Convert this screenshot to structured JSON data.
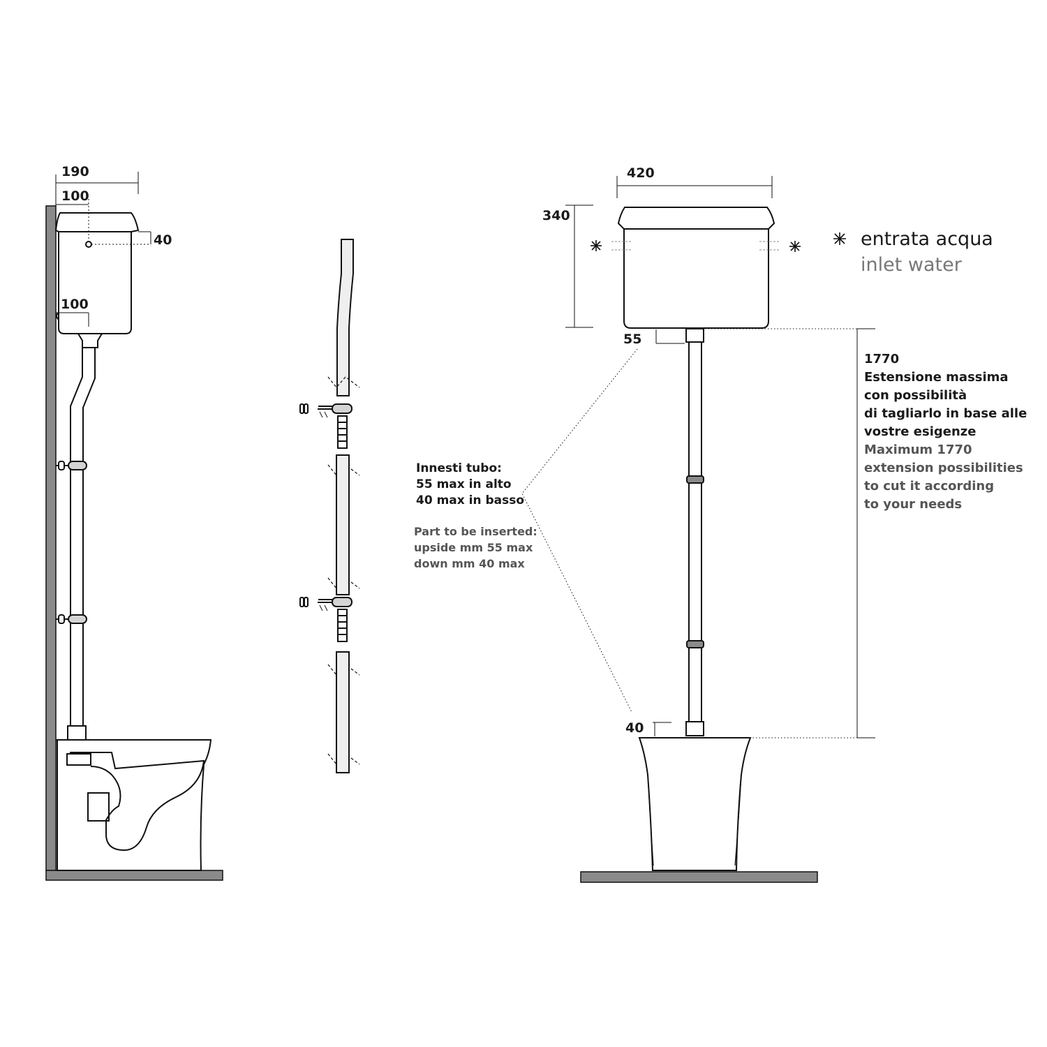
{
  "side_view": {
    "dim_width": "190",
    "dim_offset_top": "100",
    "dim_inlet_height": "40",
    "dim_offset_bottom": "100"
  },
  "front_view": {
    "dim_width": "420",
    "dim_height": "340",
    "dim_top_insert": "55",
    "dim_bottom_insert": "40"
  },
  "legend": {
    "symbol": "✳",
    "it": "entrata acqua",
    "en": "inlet water"
  },
  "pipe_note": {
    "it": [
      "Innesti tubo:",
      "55 max in alto",
      "40 max in basso"
    ],
    "en": [
      "Part to be inserted:",
      "upside mm 55 max",
      "down mm 40 max"
    ]
  },
  "extension_note": {
    "it": [
      "1770",
      "Estensione massima",
      "con possibilità",
      "di tagliarlo in base alle",
      "vostre esigenze"
    ],
    "en": [
      "Maximum 1770",
      "extension possibilities",
      "to cut it according",
      "to your needs"
    ]
  }
}
